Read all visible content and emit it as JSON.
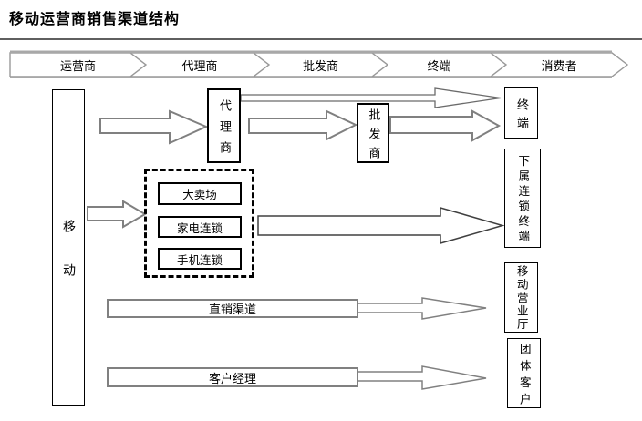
{
  "title": "移动运营商销售渠道结构",
  "chevron_band": [
    "运营商",
    "代理商",
    "批发商",
    "终端",
    "消费者"
  ],
  "nodes": {
    "operator": "移动",
    "agent": "代理商",
    "wholesaler": "批发商",
    "hypermarket": "大卖场",
    "appliance_chain": "家电连锁",
    "phone_chain": "手机连锁",
    "direct_channel": "直销渠道",
    "account_manager": "客户经理",
    "terminal": "终端",
    "chain_terminal": "下属连锁终端",
    "business_hall": "移动营业厅",
    "group_customer": "团体客户"
  },
  "colors": {
    "box_line": "#000000",
    "block_arrow_outline": "#808080",
    "band_outline": "#999999",
    "thin_arrow_outline": "#404040"
  }
}
